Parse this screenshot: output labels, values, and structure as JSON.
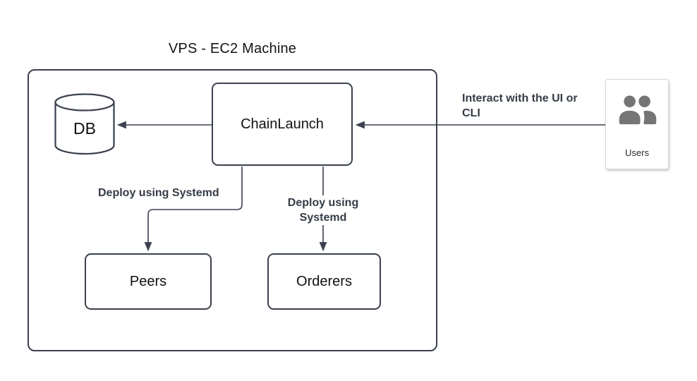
{
  "diagram": {
    "title": "VPS - EC2 Machine",
    "nodes": {
      "db": {
        "label": "DB",
        "shape": "cylinder"
      },
      "chainlaunch": {
        "label": "ChainLaunch",
        "shape": "rounded-rect"
      },
      "peers": {
        "label": "Peers",
        "shape": "rounded-rect"
      },
      "orderers": {
        "label": "Orderers",
        "shape": "rounded-rect"
      },
      "users": {
        "label": "Users",
        "icon": "people-icon"
      }
    },
    "edges": {
      "chainlaunch_to_db": {
        "from": "chainlaunch",
        "to": "db",
        "label": ""
      },
      "users_to_chainlaunch": {
        "from": "users",
        "to": "chainlaunch",
        "label": "Interact with the UI or CLI"
      },
      "chainlaunch_to_peers": {
        "from": "chainlaunch",
        "to": "peers",
        "label": "Deploy using Systemd"
      },
      "chainlaunch_to_orderers": {
        "from": "chainlaunch",
        "to": "orderers",
        "label": "Deploy using Systemd"
      }
    }
  },
  "colors": {
    "stroke": "#3A414D",
    "node-text": "#111111",
    "label-text": "#343B46",
    "icon-gray": "#757575",
    "card-border": "#D8D8D8",
    "bg": "#FFFFFF"
  }
}
